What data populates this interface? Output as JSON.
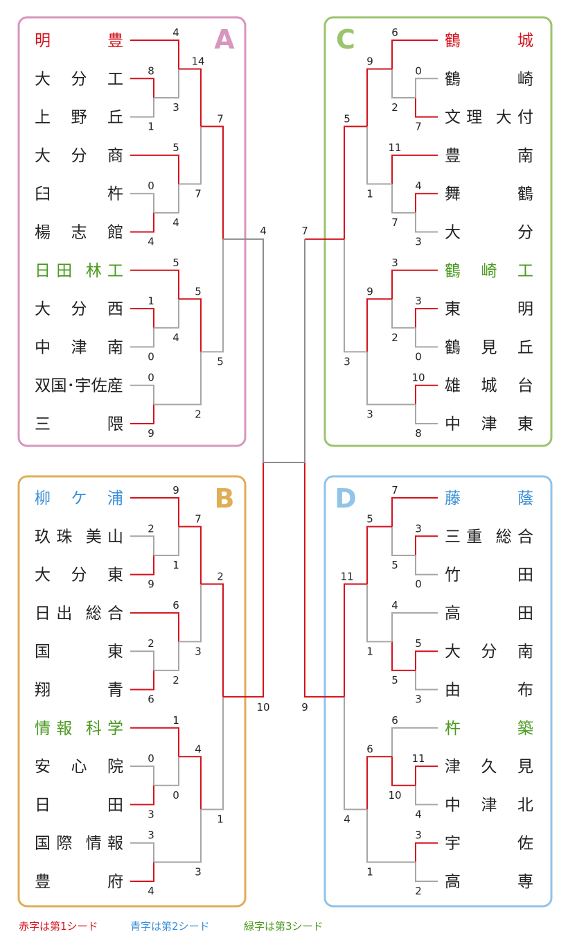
{
  "colors": {
    "win": "#d4121c",
    "lose": "#a6a6a6",
    "final": "#8c8c8c",
    "seed1": "#d4121c",
    "seed2": "#3a8fd8",
    "seed3": "#4a9a1f",
    "normal": "#222222",
    "blocks": {
      "A": "#d895bd",
      "B": "#dfae55",
      "C": "#9bc46d",
      "D": "#92c3e8"
    }
  },
  "blocks": [
    {
      "letter": "A",
      "teams": [
        {
          "name": "明豊",
          "seed": 1
        },
        {
          "name": "大分工",
          "seed": 0
        },
        {
          "name": "上野丘",
          "seed": 0
        },
        {
          "name": "大分商",
          "seed": 0
        },
        {
          "name": "臼杵",
          "seed": 0
        },
        {
          "name": "楊志館",
          "seed": 0
        },
        {
          "name": "日田林工",
          "seed": 3
        },
        {
          "name": "大分西",
          "seed": 0
        },
        {
          "name": "中津南",
          "seed": 0
        },
        {
          "name": "双国･宇佐産",
          "seed": 0
        },
        {
          "name": "三隈",
          "seed": 0
        }
      ],
      "scores": {
        "m1": [
          "8",
          "1"
        ],
        "m2": [
          "0",
          "4"
        ],
        "m3": [
          "1",
          "0"
        ],
        "m4": [
          "0",
          "9"
        ],
        "m5": [
          "4",
          "3"
        ],
        "m6": [
          "5",
          "4"
        ],
        "m7": [
          "5",
          "4"
        ],
        "m8": [
          "14",
          "7"
        ],
        "m9": [
          "5",
          "2"
        ],
        "m10": [
          "7",
          "5"
        ]
      }
    },
    {
      "letter": "B",
      "teams": [
        {
          "name": "柳ケ浦",
          "seed": 2
        },
        {
          "name": "玖珠美山",
          "seed": 0
        },
        {
          "name": "大分東",
          "seed": 0
        },
        {
          "name": "日出総合",
          "seed": 0
        },
        {
          "name": "国東",
          "seed": 0
        },
        {
          "name": "翔青",
          "seed": 0
        },
        {
          "name": "情報科学",
          "seed": 3
        },
        {
          "name": "安心院",
          "seed": 0
        },
        {
          "name": "日田",
          "seed": 0
        },
        {
          "name": "国際情報",
          "seed": 0
        },
        {
          "name": "豊府",
          "seed": 0
        }
      ],
      "scores": {
        "m1": [
          "2",
          "9"
        ],
        "m2": [
          "2",
          "6"
        ],
        "m3": [
          "0",
          "3"
        ],
        "m4": [
          "3",
          "4"
        ],
        "m5": [
          "9",
          "1"
        ],
        "m6": [
          "6",
          "2"
        ],
        "m7": [
          "1",
          "0"
        ],
        "m8": [
          "7",
          "3"
        ],
        "m9": [
          "4",
          "3"
        ],
        "m10": [
          "2",
          "1"
        ]
      }
    },
    {
      "letter": "C",
      "teams": [
        {
          "name": "鶴城",
          "seed": 1
        },
        {
          "name": "鶴崎",
          "seed": 0
        },
        {
          "name": "文理大付",
          "seed": 0
        },
        {
          "name": "豊南",
          "seed": 0
        },
        {
          "name": "舞鶴",
          "seed": 0
        },
        {
          "name": "大分",
          "seed": 0
        },
        {
          "name": "鶴崎工",
          "seed": 3
        },
        {
          "name": "東明",
          "seed": 0
        },
        {
          "name": "鶴見丘",
          "seed": 0
        },
        {
          "name": "雄城台",
          "seed": 0
        },
        {
          "name": "中津東",
          "seed": 0
        }
      ],
      "scores": {
        "m1": [
          "0",
          "7"
        ],
        "m2": [
          "4",
          "3"
        ],
        "m3": [
          "3",
          "0"
        ],
        "m4": [
          "10",
          "8"
        ],
        "m5": [
          "6",
          "2"
        ],
        "m6": [
          "11",
          "7"
        ],
        "m7": [
          "3",
          "2"
        ],
        "m8": [
          "9",
          "1"
        ],
        "m9": [
          "9",
          "3"
        ],
        "m10": [
          "5",
          "3"
        ]
      }
    },
    {
      "letter": "D",
      "teams": [
        {
          "name": "藤蔭",
          "seed": 2
        },
        {
          "name": "三重総合",
          "seed": 0
        },
        {
          "name": "竹田",
          "seed": 0
        },
        {
          "name": "高田",
          "seed": 0
        },
        {
          "name": "大分南",
          "seed": 0
        },
        {
          "name": "由布",
          "seed": 0
        },
        {
          "name": "杵築",
          "seed": 3
        },
        {
          "name": "津久見",
          "seed": 0
        },
        {
          "name": "中津北",
          "seed": 0
        },
        {
          "name": "宇佐",
          "seed": 0
        },
        {
          "name": "高専",
          "seed": 0
        }
      ],
      "scores": {
        "m1": [
          "3",
          "0"
        ],
        "m2": [
          "5",
          "3"
        ],
        "m3": [
          "11",
          "4"
        ],
        "m4": [
          "3",
          "2"
        ],
        "m5": [
          "7",
          "5"
        ],
        "m6": [
          "4",
          "5"
        ],
        "m7": [
          "6",
          "10"
        ],
        "m8": [
          "5",
          "1"
        ],
        "m9": [
          "6",
          "1"
        ],
        "m10": [
          "11",
          "4"
        ]
      }
    }
  ],
  "semifinals": {
    "left": {
      "top": "4",
      "bottom": "10"
    },
    "right": {
      "top": "7",
      "bottom": "9"
    }
  },
  "legend": [
    {
      "text": "赤字は第1シード",
      "seed": 1
    },
    {
      "text": "青字は第2シード",
      "seed": 2
    },
    {
      "text": "緑字は第3シード",
      "seed": 3
    }
  ]
}
